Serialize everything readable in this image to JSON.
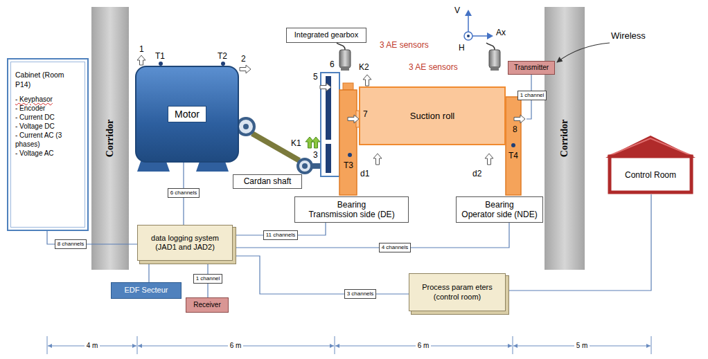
{
  "diagram": {
    "nodes": [
      {
        "text": [
          "Cabinet (Room P14)",
          "- Keyphasor",
          "- Encoder",
          "- Current DC",
          "- Voltage DC",
          "- Current AC (3 phases)",
          "- Voltage AC"
        ]
      },
      {
        "text": [
          "Corridor"
        ]
      },
      {
        "text": [
          "Motor"
        ]
      },
      {
        "text": [
          "Cardan shaft"
        ]
      },
      {
        "text": [
          "Integrated gearbox"
        ]
      },
      {
        "text": [
          "Transmitter"
        ]
      },
      {
        "text": [
          "Suction roll"
        ]
      },
      {
        "text": [
          "Corridor"
        ]
      },
      {
        "text": [
          "Bearing",
          "Transmission side (DE)"
        ]
      },
      {
        "text": [
          "Bearing",
          "Operator side (NDE)"
        ]
      },
      {
        "text": [
          "Control Room"
        ]
      },
      {
        "text": [
          "data logging system",
          "(JAD1 and JAD2)"
        ]
      },
      {
        "text": [
          "EDF Secteur"
        ]
      },
      {
        "text": [
          "Receiver"
        ]
      },
      {
        "text": [
          "Process param eters",
          "(control room)"
        ]
      }
    ],
    "edges": [
      {
        "from": 2,
        "to": 11,
        "arrow": "none",
        "label": "6 channels"
      },
      {
        "from": 0,
        "to": 11,
        "arrow": "none",
        "label": "8 channels"
      },
      {
        "from": 11,
        "to": 8,
        "arrow": "none",
        "label": "11 channels"
      },
      {
        "from": 11,
        "to": 9,
        "arrow": "none",
        "label": "4 channels"
      },
      {
        "from": 11,
        "to": 12,
        "arrow": "none"
      },
      {
        "from": 11,
        "to": 13,
        "arrow": "none",
        "label": "1 channel"
      },
      {
        "from": 11,
        "to": 14,
        "arrow": "none",
        "label": "3 channels"
      },
      {
        "from": 14,
        "to": 10,
        "arrow": "none"
      }
    ],
    "labels": [
      "V",
      "Ax",
      "Wireless",
      "3 AE sensors",
      "H",
      "1",
      "T1",
      "T2",
      "2",
      "6",
      "K2",
      "3 AE sensors",
      "5",
      "1 channel",
      "7",
      "8",
      "K1",
      "3",
      "T4",
      "T3",
      "d1",
      "d2",
      "4 m",
      "6 m",
      "6 m",
      "5 m"
    ]
  }
}
